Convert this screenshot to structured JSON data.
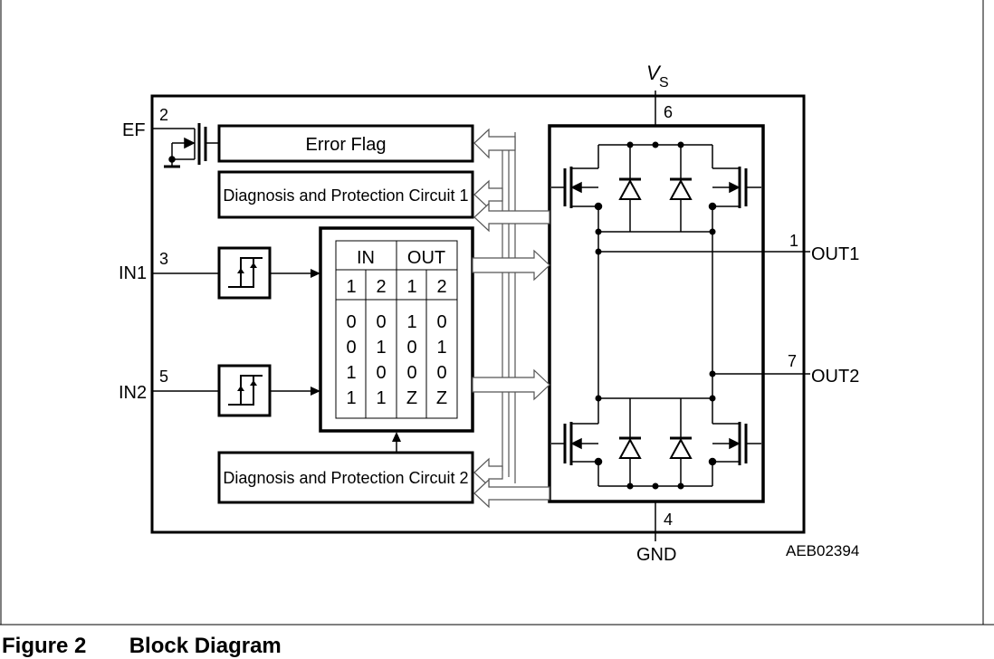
{
  "pins": {
    "ef": {
      "name": "EF",
      "num": "2"
    },
    "in1": {
      "name": "IN1",
      "num": "3"
    },
    "in2": {
      "name": "IN2",
      "num": "5"
    },
    "out1": {
      "name": "OUT1",
      "num": "1"
    },
    "out2": {
      "name": "OUT2",
      "num": "7"
    },
    "vs": {
      "name": "V",
      "sub": "S",
      "num": "6"
    },
    "gnd": {
      "name": "GND",
      "num": "4"
    }
  },
  "blocks": {
    "error_flag": "Error Flag",
    "diag1": "Diagnosis and Protection Circuit 1",
    "diag2": "Diagnosis and Protection Circuit 2"
  },
  "truth_table": {
    "group_headers": [
      "IN",
      "OUT"
    ],
    "col_headers": [
      "1",
      "2",
      "1",
      "2"
    ],
    "rows": [
      [
        "0",
        "0",
        "1",
        "0"
      ],
      [
        "0",
        "1",
        "0",
        "1"
      ],
      [
        "1",
        "0",
        "0",
        "0"
      ],
      [
        "1",
        "1",
        "Z",
        "Z"
      ]
    ]
  },
  "doc_id": "AEB02394",
  "figure": {
    "number": "Figure 2",
    "title": "Block Diagram"
  }
}
